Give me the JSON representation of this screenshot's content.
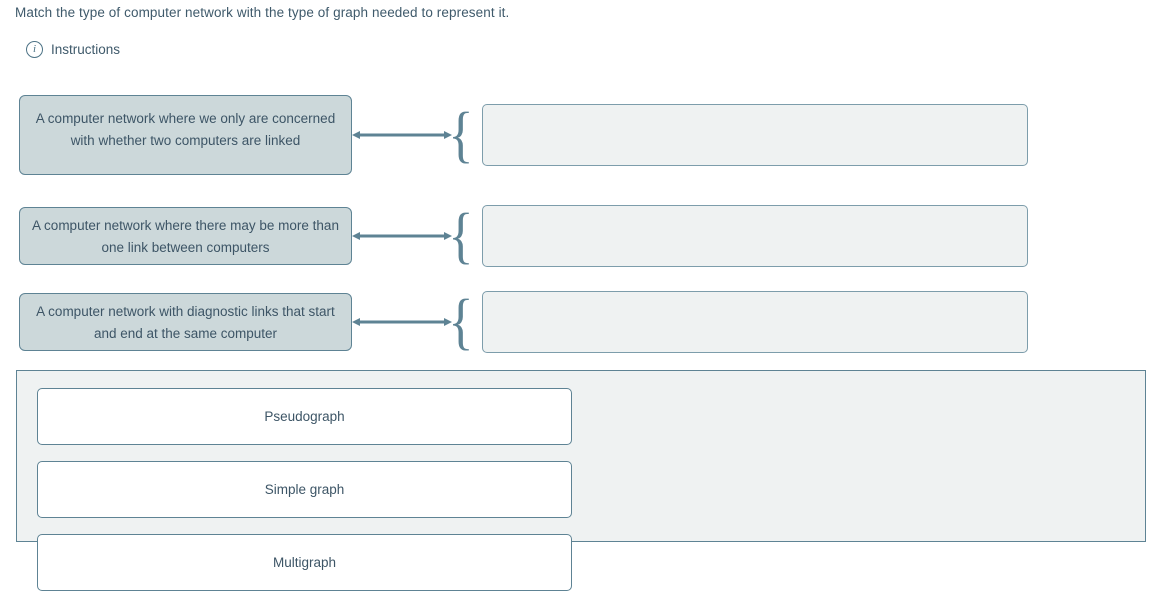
{
  "header": {
    "question": "Match the type of computer network with the type of graph needed to represent it.",
    "instructions_label": "Instructions",
    "info_icon": "info-circle-icon"
  },
  "colors": {
    "accent_border": "#5e8394",
    "prompt_fill": "#ccd8da",
    "dropzone_fill": "#eff2f2",
    "text": "#3d5566"
  },
  "match_rows": [
    {
      "prompt": "A computer network where we only are concerned with whether two computers are linked",
      "connector_icon": "double-arrow-icon",
      "brace": "{",
      "answer": ""
    },
    {
      "prompt": "A computer network where there may be more than one link between computers",
      "connector_icon": "double-arrow-icon",
      "brace": "{",
      "answer": ""
    },
    {
      "prompt": "A computer network with diagnostic links that start and end at the same computer",
      "connector_icon": "double-arrow-icon",
      "brace": "{",
      "answer": ""
    }
  ],
  "answer_bank": {
    "options": [
      {
        "label": "Pseudograph"
      },
      {
        "label": "Simple graph"
      },
      {
        "label": "Multigraph"
      }
    ]
  }
}
